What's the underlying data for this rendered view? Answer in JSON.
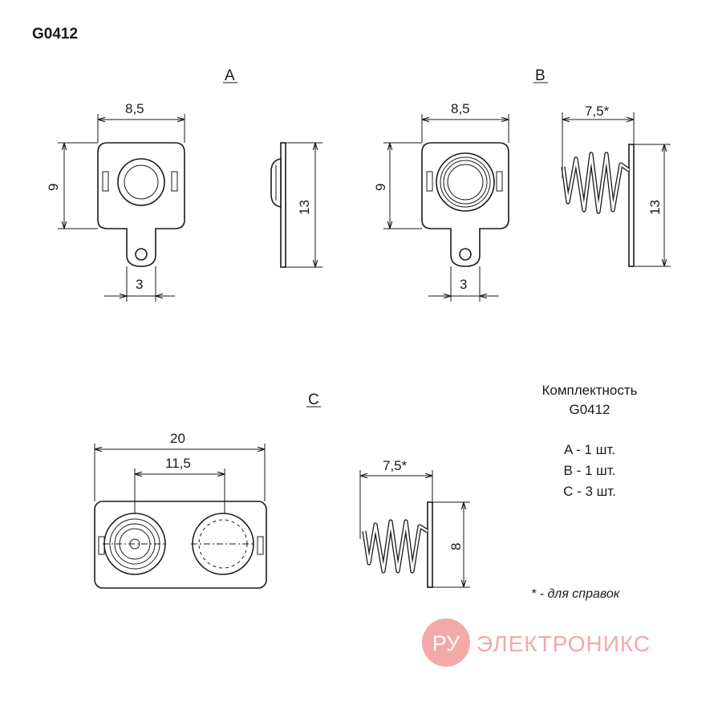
{
  "code": "G0412",
  "views": {
    "a": {
      "label": "A",
      "width": "8,5",
      "height": "9",
      "tab": "3",
      "side_height": "13"
    },
    "b": {
      "label": "B",
      "width": "8,5",
      "height": "9",
      "tab": "3",
      "spring_length": "7,5*",
      "side_height": "13"
    },
    "c": {
      "label": "C",
      "width": "20",
      "pitch": "11,5",
      "spring_length": "7,5*",
      "side_height": "8"
    }
  },
  "kit": {
    "title": "Комплектность",
    "code": "G0412",
    "items": [
      "A - 1 шт.",
      "B - 1 шт.",
      "C - 3 шт."
    ]
  },
  "note": "* - для справок",
  "watermark": {
    "badge": "РУ",
    "text": "ЭЛЕКТРОНИКС",
    "color": "#f4a9a9"
  }
}
